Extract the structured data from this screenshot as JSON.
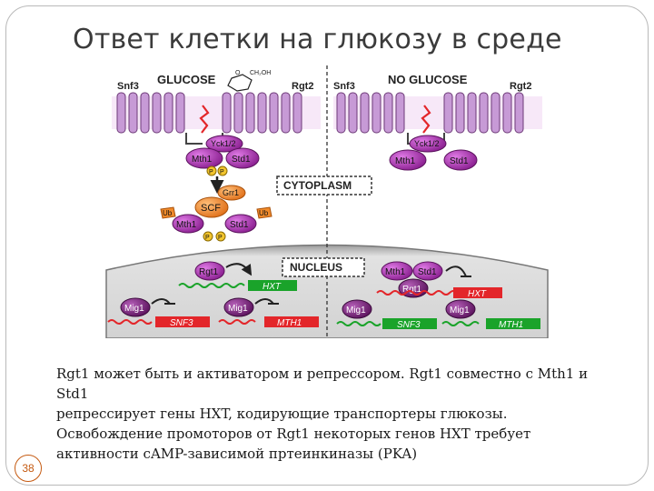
{
  "slide": {
    "title": "Ответ клетки на глюкозу в среде",
    "page_number": "38",
    "caption_lines": [
      "Rgt1 может быть и активатором и репрессором. Rgt1 совместно с Mth1 и Std1",
      "репрессирует гены  HXT, кодирующие транспортеры глюкозы.",
      "Освобождение промоторов от Rgt1 некоторых генов  HXT требует",
      "активности cAMP-зависимой пртеинкиназы (PKA)"
    ]
  },
  "diagram": {
    "left_panel_title": "GLUCOSE",
    "right_panel_title": "NO GLUCOSE",
    "glucose_ring_label": "CH₂OH",
    "glucose_ring_o": "O",
    "receptor_left": "Snf3",
    "receptor_right": "Rgt2",
    "kinase": "Yck1/2",
    "mth1": "Mth1",
    "std1": "Std1",
    "phospho": "P",
    "grr1": "Grr1",
    "scf": "SCF",
    "ub": "Ub",
    "cytoplasm_label": "CYTOPLASM",
    "nucleus_label": "NUCLEUS",
    "rgt1": "Rgt1",
    "mig1": "Mig1",
    "gene_hxt": "HXT",
    "gene_snf3": "SNF3",
    "gene_mth1": "MTH1",
    "colors": {
      "receptor": "#c79ad6",
      "purple_protein": "#a02fa8",
      "dark_protein": "#7b1f7d",
      "orange": "#f08a2a",
      "phospho": "#f2c52e",
      "gene_green": "#1aa32a",
      "gene_red": "#e3262a",
      "nucleus_fill": "#d6d6d6"
    }
  }
}
